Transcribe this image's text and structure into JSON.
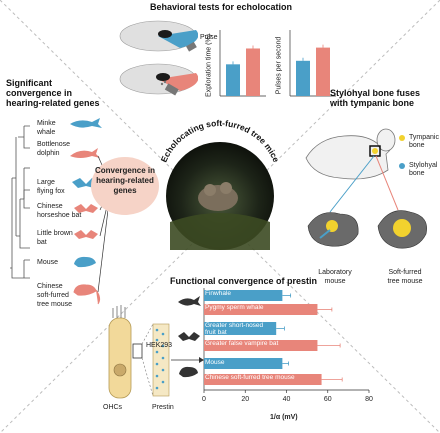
{
  "behavior": {
    "title": "Behavioral tests for echolocation",
    "pulse_label": "Pulse",
    "chart1_ylabel": "Exploration time (%)",
    "chart2_ylabel": "Pulses per second"
  },
  "left": {
    "title_line1": "Significant",
    "title_line2": "convergence in",
    "title_line3": "hearing-related genes",
    "species": [
      "Minke whale",
      "Bottlenose",
      "dolphin",
      "Large",
      "flying fox",
      "Chinese",
      "horseshoe bat",
      "Little brown",
      "bat",
      "Mouse",
      "Chinese",
      "soft-furred",
      "tree mouse"
    ],
    "bubble_line1": "Convergence in",
    "bubble_line2": "hearing-related",
    "bubble_line3": "genes"
  },
  "center": {
    "arc_title": "Echolocating soft-furred tree mice"
  },
  "right": {
    "title_line1": "Stylohyal bone fuses",
    "title_line2": "with tympanic bone",
    "legend_tympanic_1": "Tympanic",
    "legend_tympanic_2": "bone",
    "legend_stylohyal_1": "Stylohyal",
    "legend_stylohyal_2": "bone",
    "lab_mouse_1": "Laboratory",
    "lab_mouse_2": "mouse",
    "tree_mouse_1": "Soft-furred",
    "tree_mouse_2": "tree mouse"
  },
  "prestin": {
    "title": "Functional convergence of prestin",
    "hek_label": "HEK293",
    "ohc_label": "OHCs",
    "prestin_label": "Prestin",
    "bar_labels": [
      "Finwhale",
      "Pygmy sperm whale",
      "Greater short-nosed",
      "fruit bat",
      "Greater false vampire bat",
      "Mouse",
      "Chinese soft-furred tree mouse"
    ],
    "xlabel": "1/α (mV)",
    "ticks": [
      "0",
      "20",
      "40",
      "60",
      "80"
    ]
  },
  "colors": {
    "blue": "#4a9fc8",
    "salmon": "#e8857a",
    "bubble": "#f6d3c7",
    "yellow": "#f2d22e"
  },
  "chart_data": [
    {
      "type": "bar",
      "categories": [
        "blue",
        "salmon"
      ],
      "ylabel": "Exploration time (%)",
      "values": [
        12,
        18
      ]
    },
    {
      "type": "bar",
      "categories": [
        "blue",
        "salmon"
      ],
      "ylabel": "Pulses per second",
      "values": [
        32,
        44
      ]
    },
    {
      "type": "bar",
      "orientation": "horizontal",
      "title": "Functional convergence of prestin",
      "xlabel": "1/α (mV)",
      "xlim": [
        0,
        80
      ],
      "categories": [
        "Finwhale",
        "Pygmy sperm whale",
        "Greater short-nosed fruit bat",
        "Greater false vampire bat",
        "Mouse",
        "Chinese soft-furred tree mouse"
      ],
      "values": [
        38,
        55,
        35,
        55,
        38,
        57
      ],
      "errors": [
        4,
        7,
        4,
        11,
        3,
        10
      ]
    }
  ]
}
